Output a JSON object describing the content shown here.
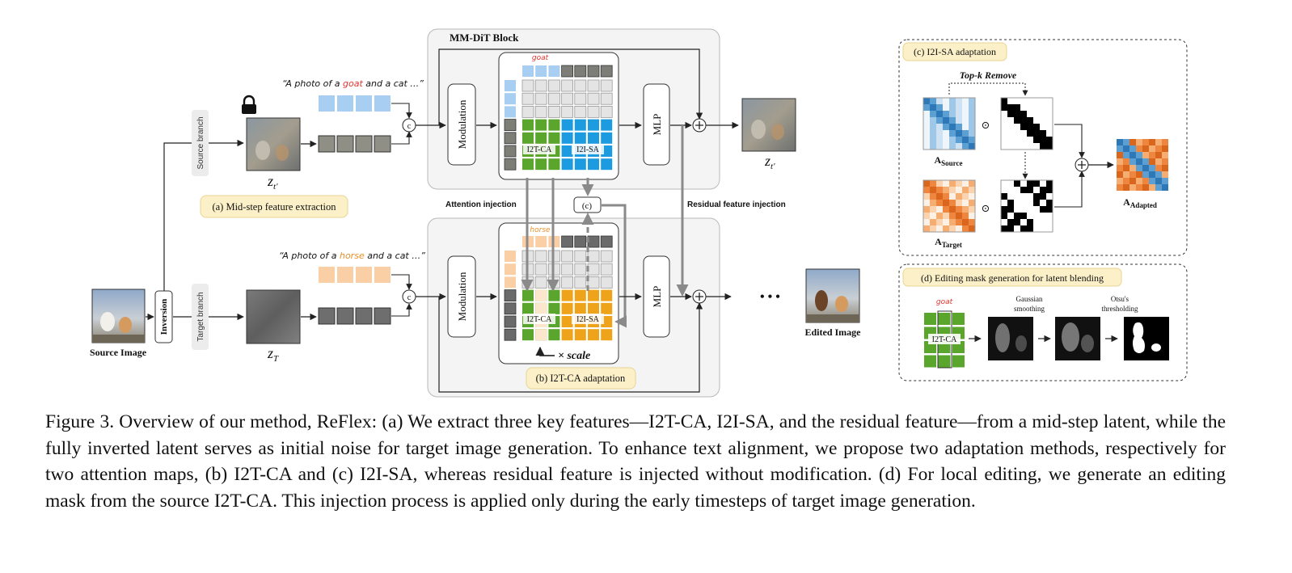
{
  "source_branch": {
    "side_label": "Source branch",
    "prompt_prefix": "“A photo of a ",
    "prompt_word": "goat",
    "prompt_suffix": " and a cat …”",
    "latent_label": "z",
    "latent_sub": "t′",
    "step_label": "(a) Mid-step feature extraction"
  },
  "target_branch": {
    "side_label": "Target branch",
    "prompt_prefix": "“A photo of a ",
    "prompt_word": "horse",
    "prompt_suffix": " and a cat …”",
    "latent_label": "z",
    "latent_sub": "T"
  },
  "source_image_label": "Source Image",
  "inversion_label": "Inversion",
  "concat_symbol": "c",
  "mmdit": {
    "title": "MM-DiT Block",
    "modulation": "Modulation",
    "mlp": "MLP",
    "i2t_ca": "I2T-CA",
    "i2i_sa": "I2I-SA",
    "token_goat": "goat",
    "token_horse": "horse",
    "scale_label": "× scale",
    "concat_box": "(c)",
    "b_label": "(b) I2T-CA adaptation"
  },
  "attention_injection": "Attention injection",
  "residual_injection": "Residual feature injection",
  "output_latent_label": "z",
  "output_latent_sub": "t′",
  "edited_image_label": "Edited Image",
  "ellipsis": "• • •",
  "panel_c": {
    "title": "(c) I2I-SA adaptation",
    "topk": "Top-k Remove",
    "a_source": "A",
    "a_source_sub": "Source",
    "a_target": "A",
    "a_target_sub": "Target",
    "a_adapted": "A",
    "a_adapted_sub": "Adapted",
    "odot": "⊙"
  },
  "panel_d": {
    "title": "(d) Editing mask generation for latent blending",
    "token": "goat",
    "i2t_ca": "I2T-CA",
    "gaussian": [
      "Gaussian",
      "smoothing"
    ],
    "otsu": [
      "Otsu's",
      "thresholding"
    ]
  },
  "caption": "Figure 3. Overview of our method, ReFlex: (a) We extract three key features—I2T-CA, I2I-SA, and the residual feature—from a mid-step latent, while the fully inverted latent serves as initial noise for target image generation. To enhance text alignment, we propose two adaptation methods, respectively for two attention maps, (b) I2T-CA and (c) I2I-SA, whereas residual feature is injected without modification. (d) For local editing, we generate an editing mask from the source I2T-CA. This injection process is applied only during the early timesteps of target image generation.",
  "colors": {
    "green": "#5aa52c",
    "blue": "#1d9be0",
    "orange": "#eea31a",
    "light_blue": "#a8cef2",
    "light_orange": "#fbcfa5",
    "goat_red": "#e0332e",
    "horse_orange": "#e6912a",
    "panel_bg": "#f4f4f4",
    "label_bg": "#fcf0c8"
  }
}
